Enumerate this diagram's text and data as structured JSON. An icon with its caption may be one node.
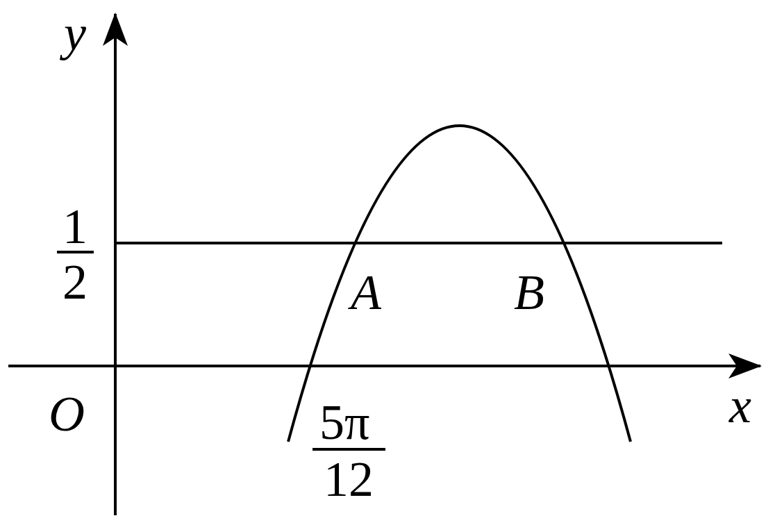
{
  "diagram": {
    "labels": [
      "y",
      "1",
      "2",
      "A",
      "B",
      "O",
      "5π",
      "12",
      "x"
    ]
  }
}
